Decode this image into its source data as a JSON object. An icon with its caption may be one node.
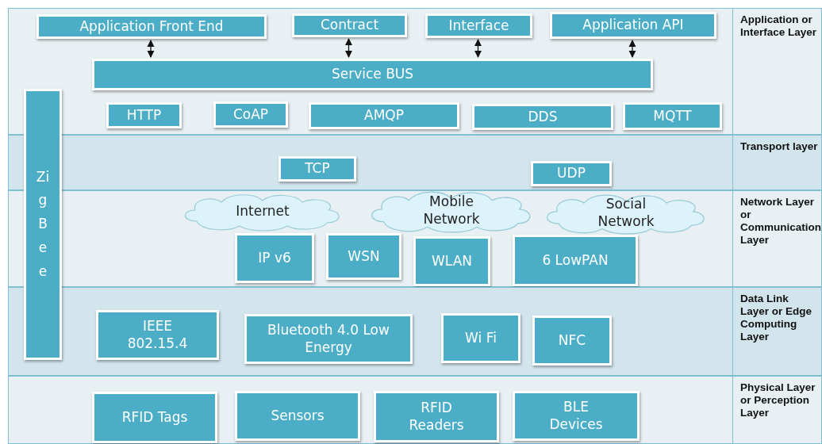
{
  "diagram": {
    "nodes": [
      {
        "text": [
          "Application or Interface Layer"
        ]
      },
      {
        "text": [
          "Application Front End"
        ],
        "in": 0
      },
      {
        "text": [
          "Contract"
        ],
        "in": 0
      },
      {
        "text": [
          "Interface"
        ],
        "in": 0
      },
      {
        "text": [
          "Application API"
        ],
        "in": 0
      },
      {
        "text": [
          "Service BUS"
        ],
        "in": 0
      },
      {
        "text": [
          "HTTP"
        ],
        "in": 0
      },
      {
        "text": [
          "CoAP"
        ],
        "in": 0
      },
      {
        "text": [
          "AMQP"
        ],
        "in": 0
      },
      {
        "text": [
          "DDS"
        ],
        "in": 0
      },
      {
        "text": [
          "MQTT"
        ],
        "in": 0
      },
      {
        "text": [
          "ZigBee"
        ]
      },
      {
        "text": [
          "Transport layer"
        ]
      },
      {
        "text": [
          "TCP"
        ],
        "in": 12
      },
      {
        "text": [
          "UDP"
        ],
        "in": 12
      },
      {
        "text": [
          "Network Layer or Communication Layer"
        ]
      },
      {
        "text": [
          "Internet"
        ],
        "in": 15
      },
      {
        "text": [
          "Mobile Network"
        ],
        "in": 15
      },
      {
        "text": [
          "Social Network"
        ],
        "in": 15
      },
      {
        "text": [
          "IP v6"
        ],
        "in": 15
      },
      {
        "text": [
          "WSN"
        ],
        "in": 15
      },
      {
        "text": [
          "WLAN"
        ],
        "in": 15
      },
      {
        "text": [
          "6 LowPAN"
        ],
        "in": 15
      },
      {
        "text": [
          "Data Link Layer or Edge Computing Layer"
        ]
      },
      {
        "text": [
          "IEEE 802.15.4"
        ],
        "in": 23
      },
      {
        "text": [
          "Bluetooth 4.0 Low Energy"
        ],
        "in": 23
      },
      {
        "text": [
          "Wi Fi"
        ],
        "in": 23
      },
      {
        "text": [
          "NFC"
        ],
        "in": 23
      },
      {
        "text": [
          "Physical Layer or Perception Layer"
        ]
      },
      {
        "text": [
          "RFID Tags"
        ],
        "in": 28
      },
      {
        "text": [
          "Sensors"
        ],
        "in": 28
      },
      {
        "text": [
          "RFID Readers"
        ],
        "in": 28
      },
      {
        "text": [
          "BLE Devices"
        ],
        "in": 28
      }
    ],
    "edges": [
      {
        "from": 1,
        "to": 5,
        "arrow": "both"
      },
      {
        "from": 2,
        "to": 5,
        "arrow": "both"
      },
      {
        "from": 3,
        "to": 5,
        "arrow": "both"
      },
      {
        "from": 4,
        "to": 5,
        "arrow": "both"
      }
    ]
  }
}
